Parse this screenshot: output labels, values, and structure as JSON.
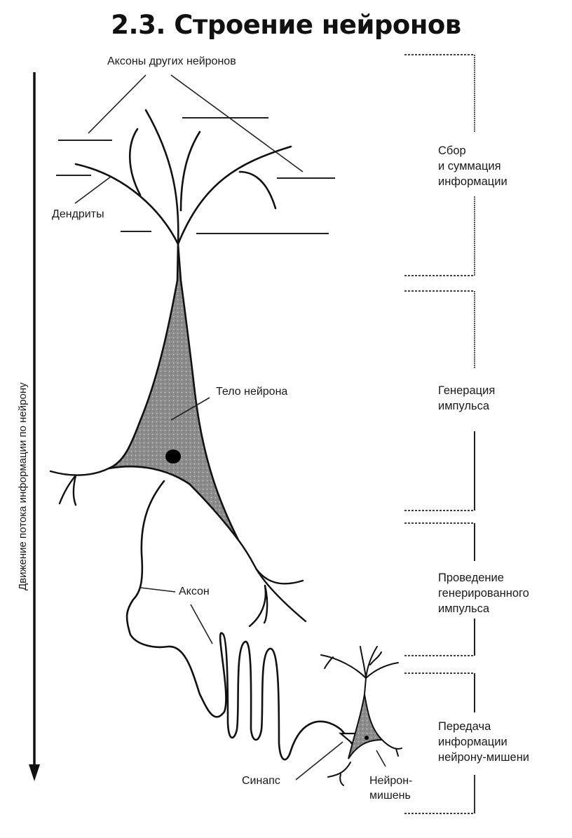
{
  "title": "2.3. Строение нейронов",
  "flow_axis": {
    "label": "Движение потока информации по нейрону",
    "direction": "down"
  },
  "labels": {
    "other_axons": "Аксоны других нейронов",
    "dendrites": "Дендриты",
    "cell_body": "Тело нейрона",
    "axon": "Аксон",
    "synapse": "Синапс",
    "target_neuron_line1": "Нейрон-",
    "target_neuron_line2": "мишень"
  },
  "stages": [
    {
      "lines": [
        "Сбор",
        "и суммация",
        "информации"
      ]
    },
    {
      "lines": [
        "Генерация",
        "импульса"
      ]
    },
    {
      "lines": [
        "Проведение",
        "генерированного",
        "импульса"
      ]
    },
    {
      "lines": [
        "Передача",
        "информации",
        "нейрону-мишени"
      ]
    }
  ],
  "colors": {
    "ink": "#111111",
    "soma_fill": "#8a8a8a",
    "background": "#ffffff"
  }
}
